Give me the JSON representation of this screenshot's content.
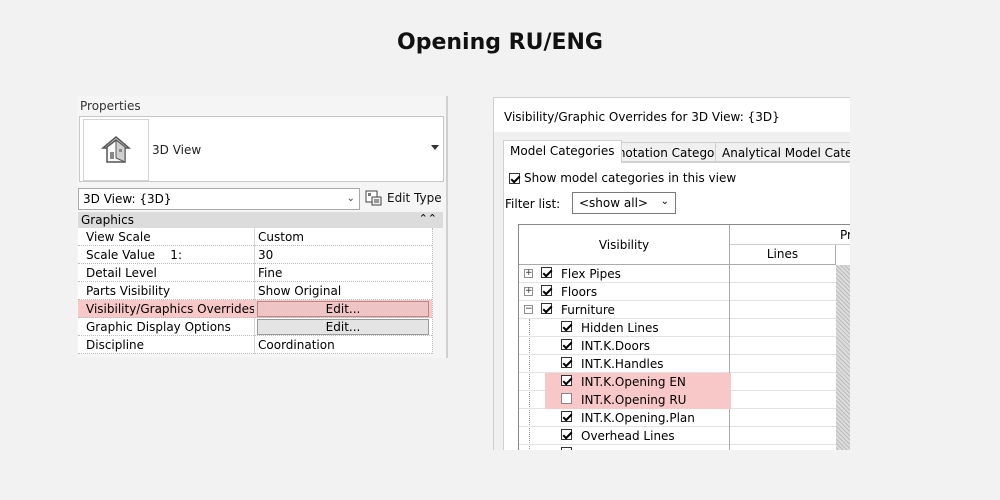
{
  "title": "Opening RU/ENG",
  "properties": {
    "header": "Properties",
    "type_name": "3D View",
    "view_select": "3D View: {3D}",
    "edit_type_label": "Edit Type",
    "section": "Graphics",
    "rows": [
      {
        "key": "View Scale",
        "value": "Custom"
      },
      {
        "key": "Scale Value    1:",
        "value": "30"
      },
      {
        "key": "Detail Level",
        "value": "Fine"
      },
      {
        "key": "Parts Visibility",
        "value": "Show Original"
      },
      {
        "key": "Visibility/Graphics Overrides",
        "value": "Edit...",
        "button": true,
        "highlighted": true
      },
      {
        "key": "Graphic Display Options",
        "value": "Edit...",
        "button": true
      },
      {
        "key": "Discipline",
        "value": "Coordination"
      }
    ]
  },
  "dialog": {
    "title": "Visibility/Graphic Overrides for 3D View: {3D}",
    "tabs": [
      "Model Categories",
      "Annotation Categories",
      "Analytical Model Categorie"
    ],
    "active_tab": "Model Categories",
    "show_model_label": "Show model categories in this view",
    "filter_label": "Filter list:",
    "filter_value": "<show all>",
    "col_visibility": "Visibility",
    "col_pr": "Pr",
    "col_lines": "Lines",
    "rows": [
      {
        "label": "Flex Pipes",
        "checked": true,
        "level": 0,
        "expander": "+"
      },
      {
        "label": "Floors",
        "checked": true,
        "level": 0,
        "expander": "+"
      },
      {
        "label": "Furniture",
        "checked": true,
        "level": 0,
        "expander": "−"
      },
      {
        "label": "Hidden Lines",
        "checked": true,
        "level": 1
      },
      {
        "label": "INT.K.Doors",
        "checked": true,
        "level": 1
      },
      {
        "label": "INT.K.Handles",
        "checked": true,
        "level": 1
      },
      {
        "label": "INT.K.Opening EN",
        "checked": true,
        "level": 1,
        "highlighted": true
      },
      {
        "label": "INT.K.Opening RU",
        "checked": false,
        "level": 1,
        "highlighted": true
      },
      {
        "label": "INT.K.Opening.Plan",
        "checked": true,
        "level": 1
      },
      {
        "label": "Overhead Lines",
        "checked": true,
        "level": 1
      },
      {
        "label": "",
        "checked": true,
        "level": 1
      }
    ]
  },
  "colors": {
    "highlight": "#f8c8c8",
    "panel_bg": "#f5f5f5"
  }
}
